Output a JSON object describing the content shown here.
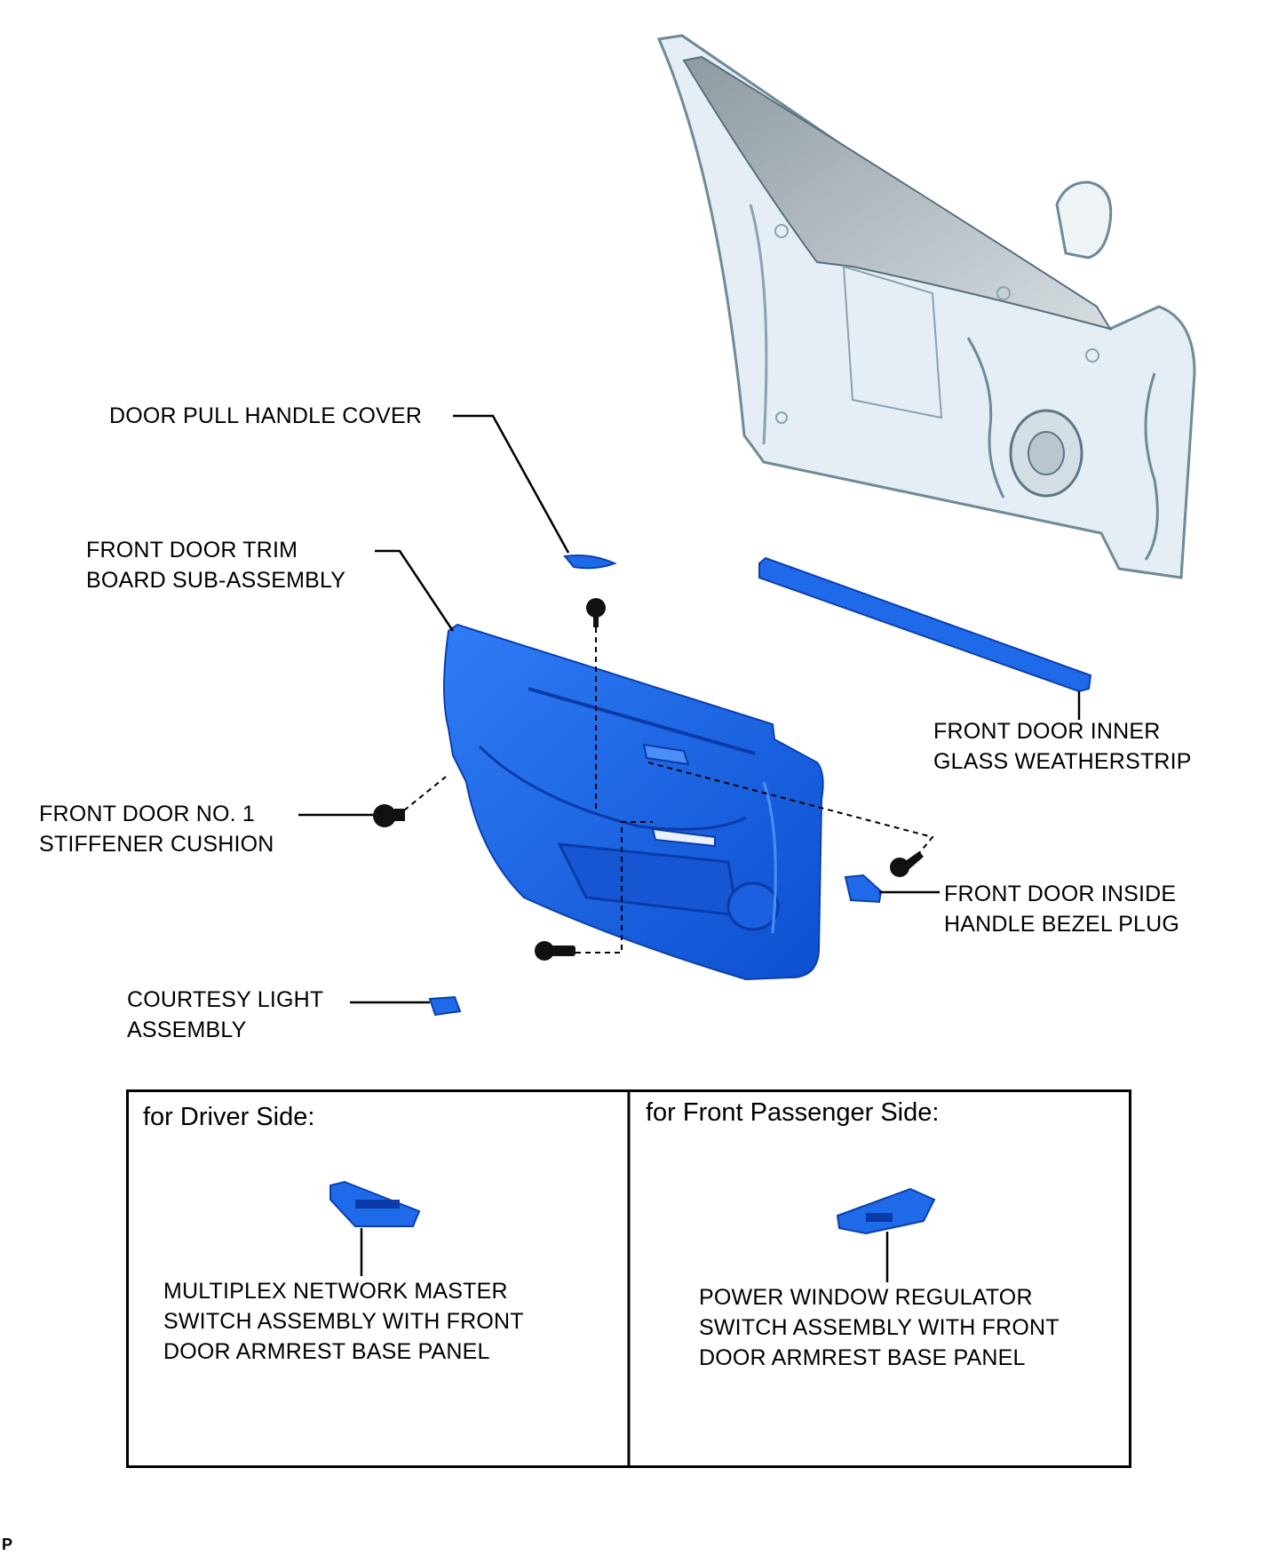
{
  "labels": {
    "door_pull_handle_cover": [
      "DOOR PULL HANDLE COVER"
    ],
    "front_door_trim_board": [
      "FRONT DOOR TRIM",
      "BOARD SUB-ASSEMBLY"
    ],
    "front_door_inner_glass_weatherstrip": [
      "FRONT DOOR INNER",
      "GLASS WEATHERSTRIP"
    ],
    "front_door_no1_stiffener_cushion": [
      "FRONT DOOR NO. 1",
      "STIFFENER CUSHION"
    ],
    "front_door_inside_handle_bezel_plug": [
      "FRONT DOOR INSIDE",
      "HANDLE BEZEL PLUG"
    ],
    "courtesy_light_assembly": [
      "COURTESY LIGHT",
      "ASSEMBLY"
    ]
  },
  "panels": {
    "driver": {
      "title": "for Driver Side:",
      "part_label": [
        "MULTIPLEX NETWORK MASTER",
        "SWITCH ASSEMBLY WITH FRONT",
        "DOOR ARMREST BASE PANEL"
      ]
    },
    "passenger": {
      "title": "for Front Passenger Side:",
      "part_label": [
        "POWER WINDOW REGULATOR",
        "SWITCH ASSEMBLY WITH FRONT",
        "DOOR ARMREST BASE PANEL"
      ]
    }
  },
  "figure_code": "P",
  "colors": {
    "part_blue": "#1f6ae8",
    "part_blue_dark": "#0b3fb0",
    "door_shell": "#e4eef4",
    "glass": "#a9b6bc"
  }
}
